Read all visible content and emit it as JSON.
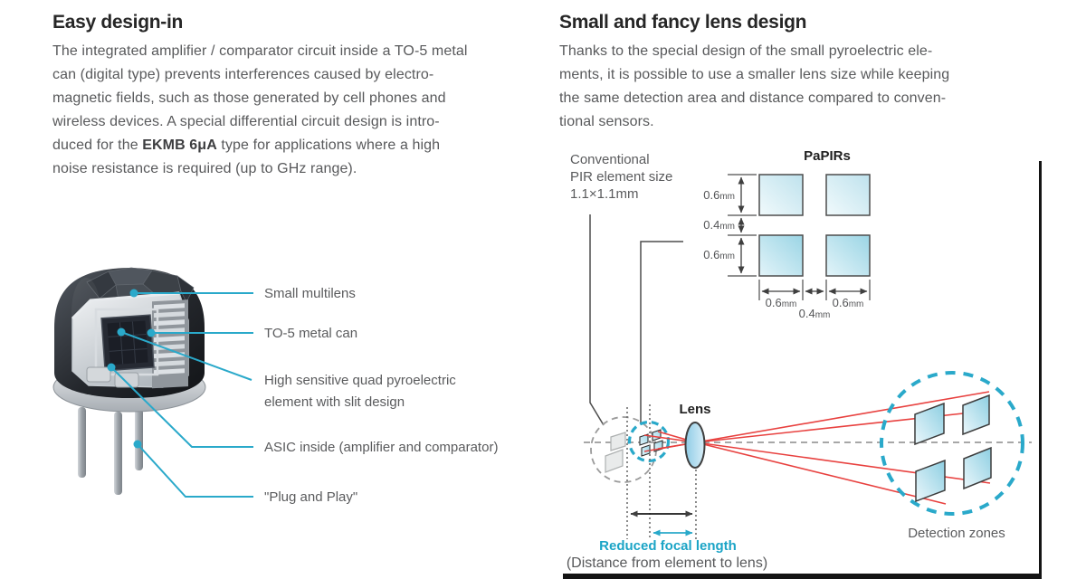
{
  "left_column": {
    "heading": "Easy design-in",
    "body_lines": [
      "The integrated amplifier / comparator circuit inside a TO-5 metal",
      "can (digital type) prevents interferences caused by electro-",
      "magnetic fields, such as those generated by cell phones and",
      "wireless devices. A special differential circuit design is intro-"
    ],
    "body_line5": {
      "pre": "duced for the ",
      "bold": "EKMB 6μA",
      "post": " type for applications where a high"
    },
    "body_line6": "noise resistance is required (up to GHz range)."
  },
  "sensor_figure": {
    "labels": {
      "multilens": "Small multilens",
      "can": "TO-5 metal can",
      "element_line1": "High sensitive quad pyroelectric",
      "element_line2": "element with slit design",
      "asic": "ASIC inside (amplifier and comparator)",
      "plug": "\"Plug and Play\""
    }
  },
  "right_column": {
    "heading": "Small and fancy lens design",
    "body_lines": [
      "Thanks to the special design of the small pyroelectric ele-",
      "ments, it is possible to use a smaller lens size while keeping",
      "the same detection area and distance compared to conven-",
      "tional sensors."
    ]
  },
  "lens_figure": {
    "conventional_label_lines": [
      "Conventional",
      "PIR element size",
      "1.1×1.1mm"
    ],
    "papirs_label": "PaPIRs",
    "v_dims": [
      {
        "value": "0.6",
        "unit": "mm"
      },
      {
        "value": "0.4",
        "unit": "mm"
      },
      {
        "value": "0.6",
        "unit": "mm"
      }
    ],
    "h_dims": [
      {
        "value": "0.6",
        "unit": "mm"
      },
      {
        "value": "0.4",
        "unit": "mm"
      },
      {
        "value": "0.6",
        "unit": "mm"
      }
    ],
    "lens_label": "Lens",
    "reduced_focal_label": "Reduced focal length",
    "distance_note": "(Distance from element to lens)",
    "detection_label": "Detection zones",
    "colors": {
      "accent": "#29a9ca",
      "ray": "#e8413f"
    }
  }
}
